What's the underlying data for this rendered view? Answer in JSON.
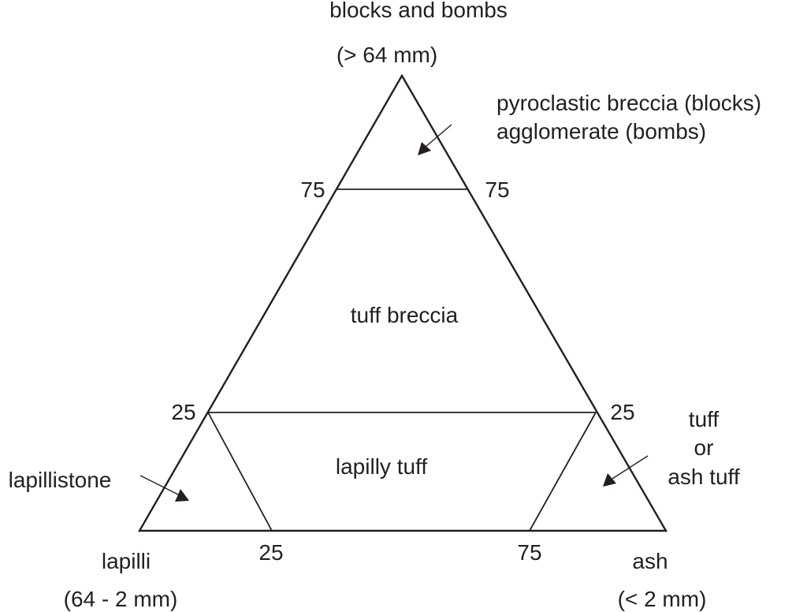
{
  "vertices": {
    "top": {
      "name": "blocks and bombs",
      "size": "(> 64 mm)"
    },
    "left": {
      "name": "lapilli",
      "size": "(64 - 2 mm)"
    },
    "right": {
      "name": "ash",
      "size": "(< 2 mm)"
    }
  },
  "fields": {
    "upper": {
      "line1": "pyroclastic breccia (blocks)",
      "line2": "agglomerate (bombs)"
    },
    "middle": "tuff breccia",
    "lower": "lapilly tuff",
    "left_corner": "lapillistone",
    "right_corner": {
      "line1": "tuff",
      "line2": "or",
      "line3": "ash tuff"
    }
  },
  "ticks": {
    "upper_left": "75",
    "upper_right": "75",
    "mid_left": "25",
    "mid_right": "25",
    "base_left": "25",
    "base_right": "75"
  },
  "colors": {
    "ink": "#231f20",
    "background": "#ffffff"
  }
}
